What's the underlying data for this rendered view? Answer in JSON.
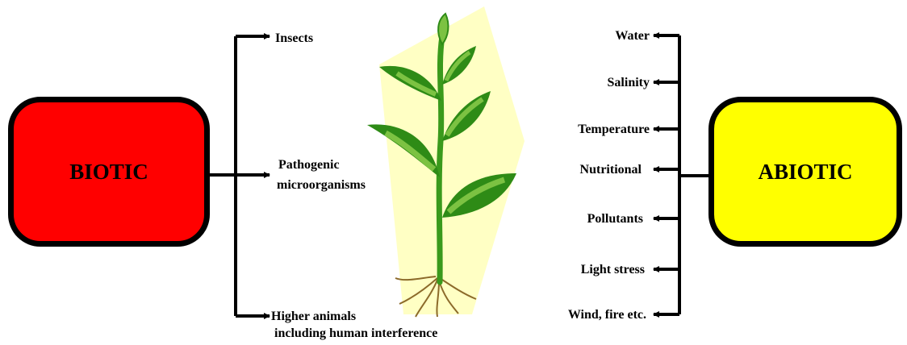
{
  "biotic": {
    "label": "BIOTIC",
    "color": "#ff0000",
    "factors": [
      "Insects",
      "Pathogenic",
      "microorganisms",
      "Higher animals",
      "including human interference"
    ]
  },
  "abiotic": {
    "label": "ABIOTIC",
    "color": "#ffff00",
    "factors": [
      "Water",
      "Salinity",
      "Temperature",
      "Nutritional",
      "Pollutants",
      "Light stress",
      "Wind, fire etc."
    ]
  },
  "colors": {
    "plant_background": "#ffffc4",
    "leaf_dark": "#2e8b16",
    "leaf_light": "#7cc242",
    "stem": "#3a9a1c",
    "root": "#8c6a2a"
  }
}
